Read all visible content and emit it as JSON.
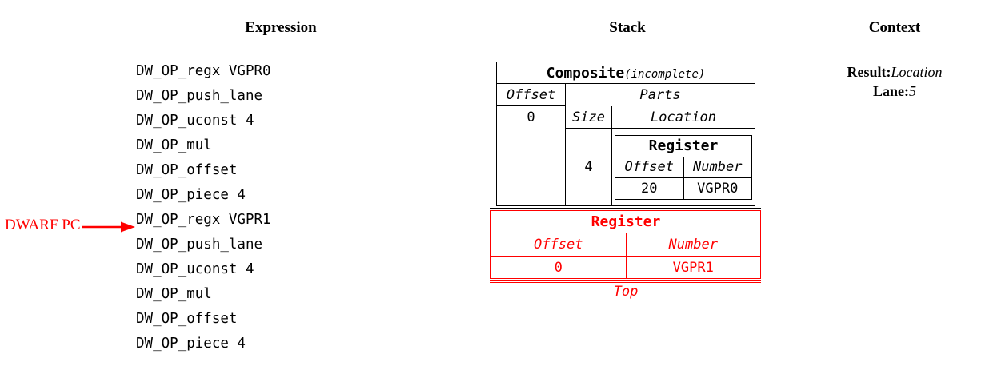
{
  "headers": {
    "expression": "Expression",
    "stack": "Stack",
    "context": "Context"
  },
  "expression": {
    "lines": [
      "DW_OP_regx VGPR0",
      "DW_OP_push_lane",
      "DW_OP_uconst 4",
      "DW_OP_mul",
      "DW_OP_offset",
      "DW_OP_piece 4",
      "DW_OP_regx VGPR1",
      "DW_OP_push_lane",
      "DW_OP_uconst 4",
      "DW_OP_mul",
      "DW_OP_offset",
      "DW_OP_piece 4"
    ],
    "pc_marker": {
      "label": "DWARF PC",
      "target_line_index": 7,
      "color": "#ff0000"
    }
  },
  "stack": {
    "composite": {
      "title": "Composite",
      "title_suffix": "(incomplete)",
      "offset_header": "Offset",
      "offset_value": "0",
      "parts_header": "Parts",
      "size_header": "Size",
      "location_header": "Location",
      "size_value": "4",
      "location_register": {
        "title": "Register",
        "offset_header": "Offset",
        "number_header": "Number",
        "offset_value": "20",
        "number_value": "VGPR0"
      }
    },
    "top_entry": {
      "title": "Register",
      "offset_header": "Offset",
      "number_header": "Number",
      "offset_value": "0",
      "number_value": "VGPR1",
      "top_label": "Top",
      "color": "#ff0000"
    }
  },
  "context": {
    "result_key": "Result:",
    "result_value": "Location",
    "lane_key": "Lane:",
    "lane_value": "5"
  }
}
